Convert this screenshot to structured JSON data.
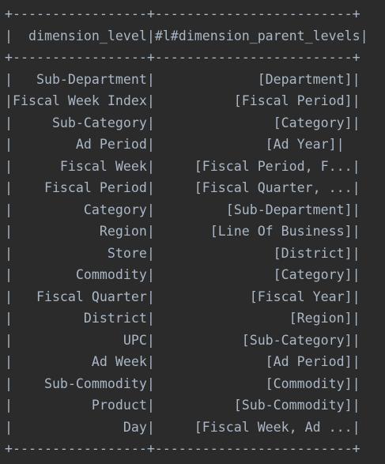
{
  "console": {
    "border": "+-----------------+-------------------------+",
    "header": "|  dimension_level|#l#dimension_parent_levels|",
    "rows": [
      "|   Sub-Department|             [Department]|",
      "|Fiscal Week Index|          [Fiscal Period]|",
      "|     Sub-Category|               [Category]|",
      "|        Ad Period|              [Ad Year]|",
      "|      Fiscal Week|     [Fiscal Period, F...|",
      "|    Fiscal Period|     [Fiscal Quarter, ...|",
      "|         Category|         [Sub-Department]|",
      "|           Region|       [Line Of Business]|",
      "|            Store|               [District]|",
      "|        Commodity|               [Category]|",
      "|   Fiscal Quarter|            [Fiscal Year]|",
      "|         District|                 [Region]|",
      "|              UPC|           [Sub-Category]|",
      "|          Ad Week|              [Ad Period]|",
      "|    Sub-Commodity|              [Commodity]|",
      "|          Product|          [Sub-Commodity]|",
      "|              Day|     [Fiscal Week, Ad ...|"
    ],
    "text_color": "#a9b7c6",
    "background_color": "#2b2b2b"
  }
}
